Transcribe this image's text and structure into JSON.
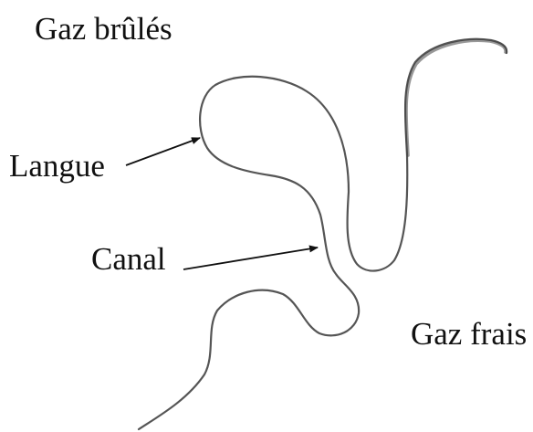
{
  "labels": {
    "burned_gas": "Gaz brûlés",
    "langue": "Langue",
    "canal": "Canal",
    "fresh_gas": "Gaz frais"
  },
  "colors": {
    "stroke": "#555555",
    "arrow": "#111111",
    "text": "#111111",
    "background": "#ffffff"
  }
}
